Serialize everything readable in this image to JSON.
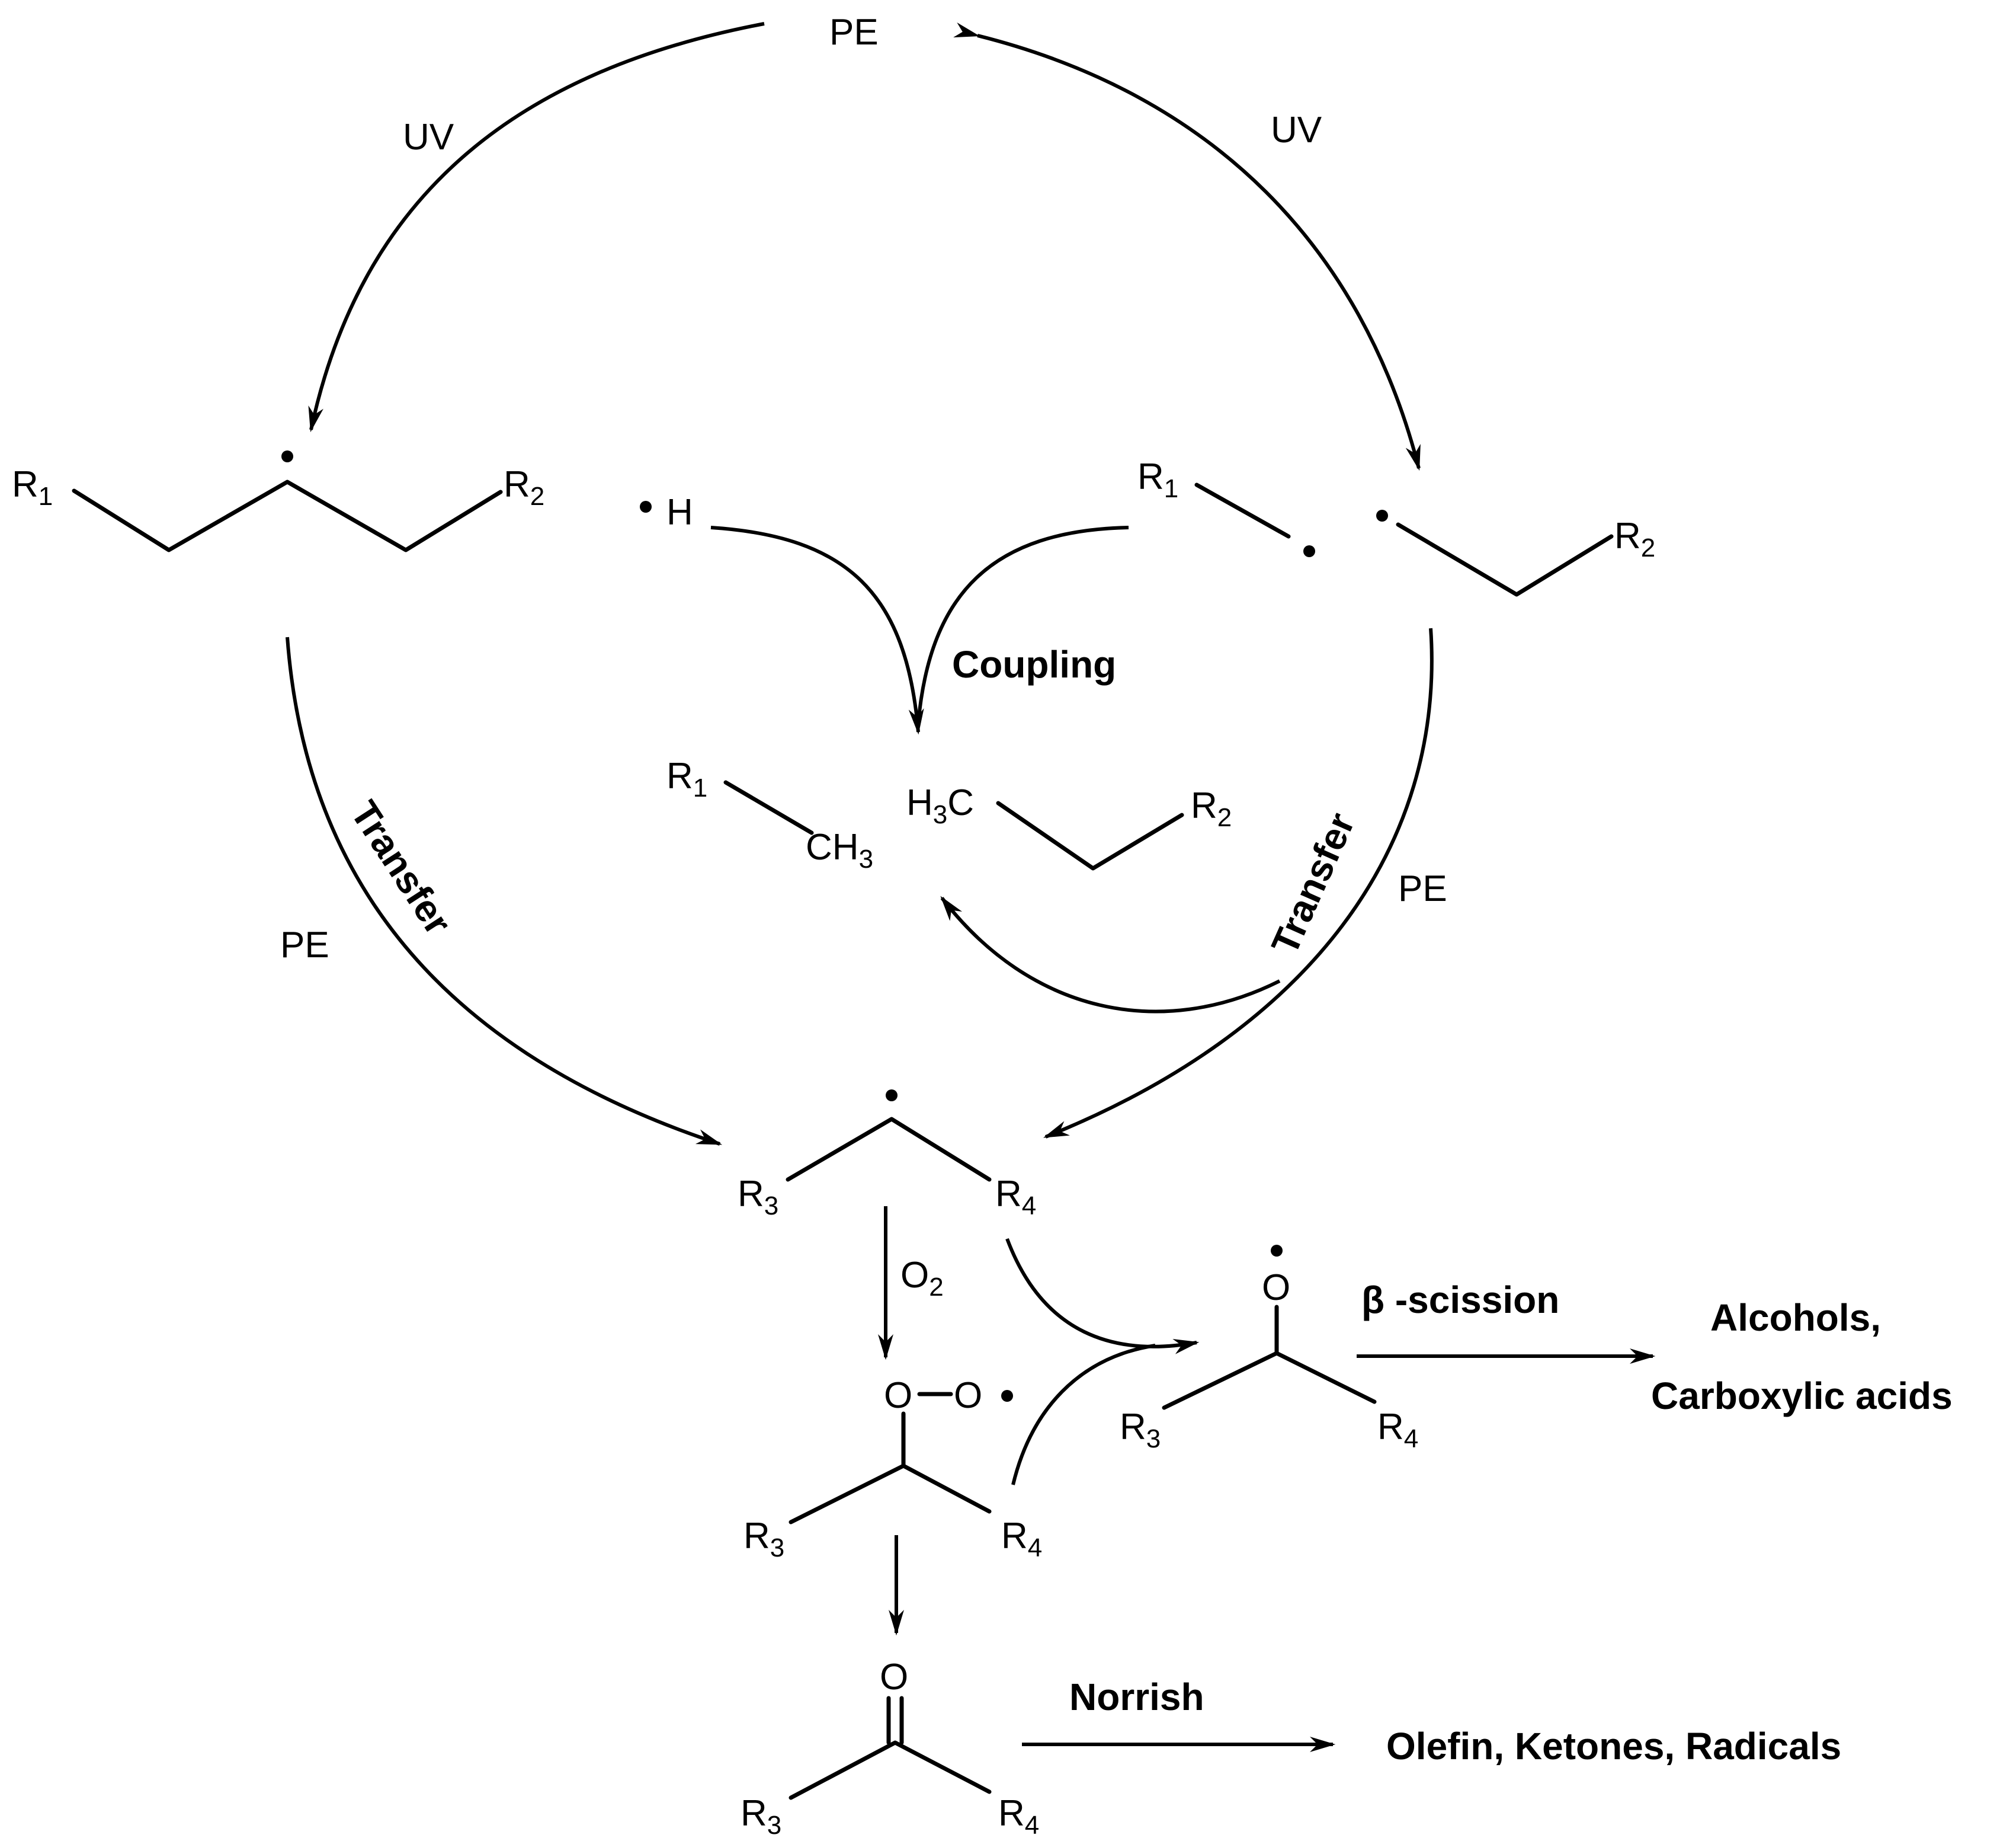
{
  "labels": {
    "pe": "PE",
    "uv": "UV",
    "h": "H",
    "coupling": "Coupling",
    "transfer": "Transfer",
    "o2_main": "O",
    "o2_sub": "2",
    "oxygen": "O",
    "beta_scission": "β  -scission",
    "norrish": "Norrish",
    "products_alcohols": "Alcohols,",
    "products_acids": "Carboxylic acids",
    "products_olefin": "Olefin, Ketones, Radicals",
    "h3c_h": "H",
    "h3c_3": "3",
    "h3c_c": "C",
    "ch3_ch": "CH",
    "ch3_3": "3"
  },
  "substituents": {
    "r": "R",
    "n1": "1",
    "n2": "2",
    "n3": "3",
    "n4": "4"
  },
  "colors": {
    "ink": "#000000",
    "background": "#ffffff"
  }
}
